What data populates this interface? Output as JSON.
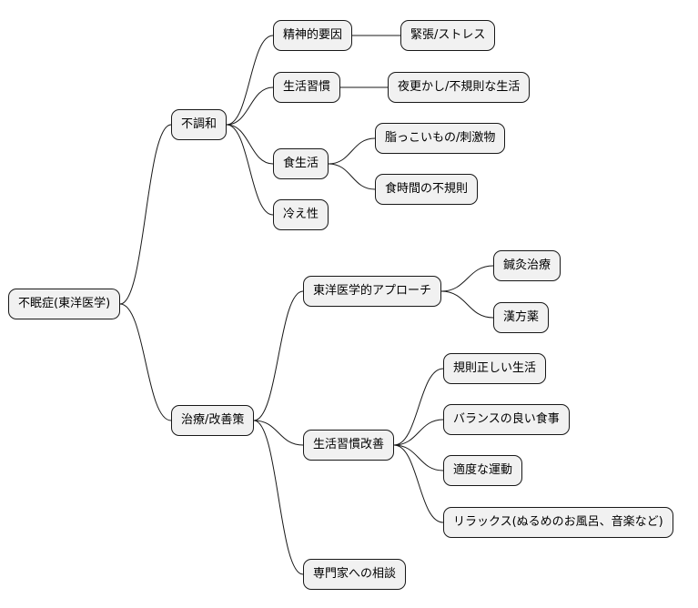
{
  "mindmap": {
    "root": {
      "label": "不眠症(東洋医学)",
      "children": [
        {
          "label": "不調和",
          "children": [
            {
              "label": "精神的要因",
              "children": [
                {
                  "label": "緊張/ストレス"
                }
              ]
            },
            {
              "label": "生活習慣",
              "children": [
                {
                  "label": "夜更かし/不規則な生活"
                }
              ]
            },
            {
              "label": "食生活",
              "children": [
                {
                  "label": "脂っこいもの/刺激物"
                },
                {
                  "label": "食時間の不規則"
                }
              ]
            },
            {
              "label": "冷え性"
            }
          ]
        },
        {
          "label": "治療/改善策",
          "children": [
            {
              "label": "東洋医学的アプローチ",
              "children": [
                {
                  "label": "鍼灸治療"
                },
                {
                  "label": "漢方薬"
                }
              ]
            },
            {
              "label": "生活習慣改善",
              "children": [
                {
                  "label": "規則正しい生活"
                },
                {
                  "label": "バランスの良い食事"
                },
                {
                  "label": "適度な運動"
                },
                {
                  "label": "リラックス(ぬるめのお風呂、音楽など)"
                }
              ]
            },
            {
              "label": "専門家への相談"
            }
          ]
        }
      ]
    }
  }
}
